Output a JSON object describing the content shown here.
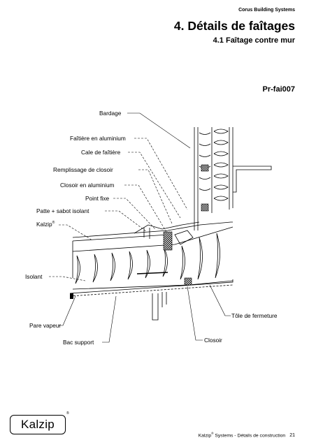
{
  "header": {
    "company": "Corus Building Systems",
    "title": "4. Détails de faîtages",
    "subtitle": "4.1 Faîtage contre mur",
    "reference": "Pr-fai007"
  },
  "labels": {
    "bardage": "Bardage",
    "faitiere": "Faîtière en aluminium",
    "cale": "Cale de faîtière",
    "remplissage": "Remplissage de closoir",
    "closoir_alu": "Closoir en aluminium",
    "point_fixe": "Point fixe",
    "patte": "Patte + sabot isolant",
    "kalzip": "Kalzip",
    "kalzip_reg": "®",
    "isolant": "Isolant",
    "tole": "Tôle de fermeture",
    "pare_vapeur": "Pare vapeur",
    "bac_support": "Bac support",
    "closoir": "Closoir"
  },
  "logo": {
    "text": "Kalzip",
    "reg": "®"
  },
  "footer": {
    "brand": "Kalzip",
    "reg": "®",
    "text": " Systems - Détails de construction",
    "page": "21"
  }
}
